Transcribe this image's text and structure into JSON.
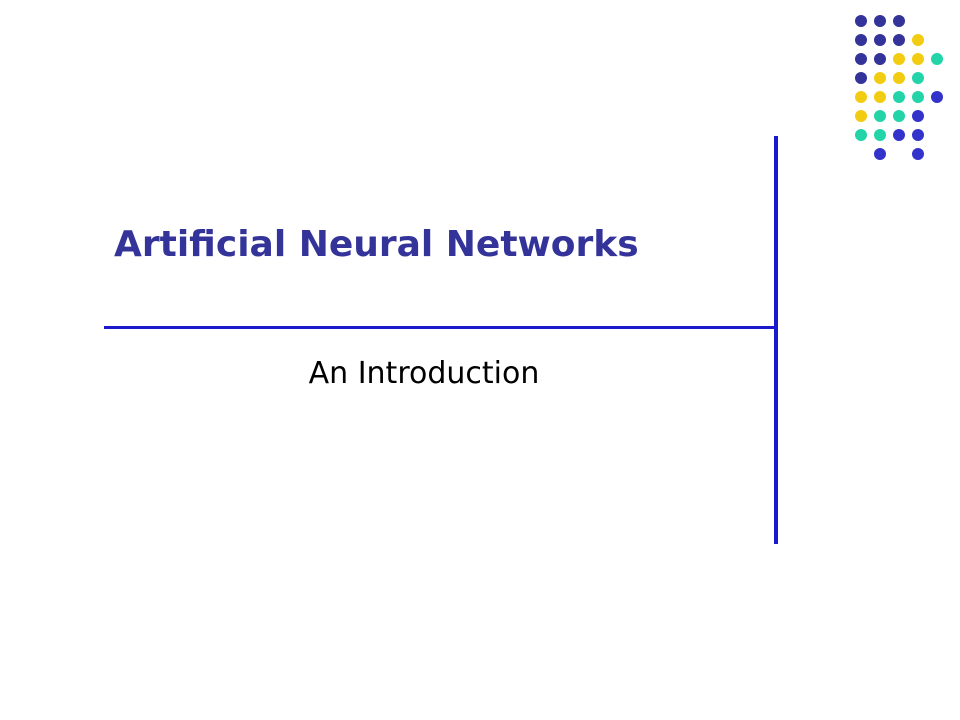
{
  "slide": {
    "title": "Artificial Neural Networks",
    "subtitle": "An Introduction"
  },
  "colors": {
    "title": "#33339a",
    "rule": "#1a1acc",
    "dot_navy": "#333399",
    "dot_yellow": "#f2cc11",
    "dot_teal": "#22d4a8",
    "dot_blue": "#3333cc"
  },
  "decoration": {
    "dot_grid_rows": [
      [
        "navy",
        "navy",
        "navy",
        null,
        null
      ],
      [
        "navy",
        "navy",
        "navy",
        "yellow",
        null
      ],
      [
        "navy",
        "navy",
        "yellow",
        "yellow",
        "teal"
      ],
      [
        "navy",
        "yellow",
        "yellow",
        "teal",
        null
      ],
      [
        "yellow",
        "yellow",
        "teal",
        "teal",
        "blue"
      ],
      [
        "yellow",
        "teal",
        "teal",
        "blue",
        null
      ],
      [
        "teal",
        "teal",
        "blue",
        "blue",
        null
      ],
      [
        null,
        "blue",
        null,
        "blue",
        null
      ]
    ]
  }
}
